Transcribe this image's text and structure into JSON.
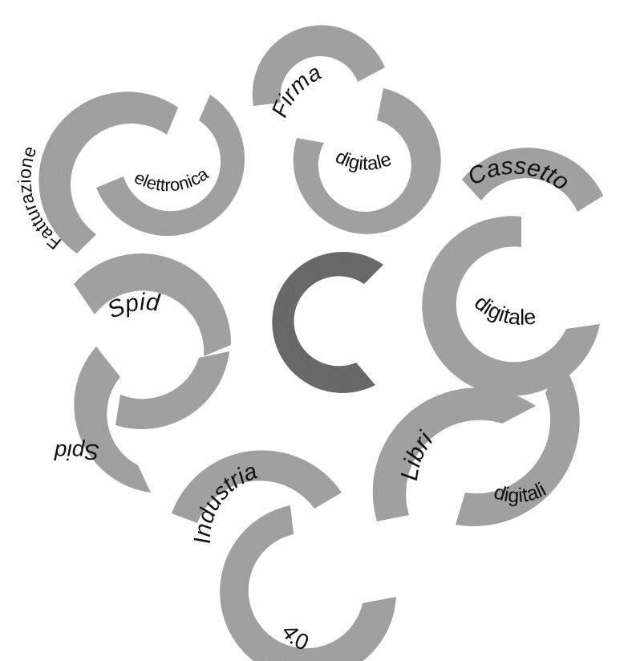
{
  "colors": {
    "ring": "#9a9a9a",
    "center": "#4a4a4a",
    "text": "#111111",
    "background": "#ffffff"
  },
  "center_mark": "C",
  "clusters": {
    "fatturazione": {
      "top": "Fatturazione",
      "bottom": "elettronica"
    },
    "firma": {
      "top": "Firma",
      "bottom": "digitale"
    },
    "cassetto": {
      "top": "Cassetto",
      "bottom": "digitale"
    },
    "spid": {
      "top": "Spid",
      "bottom": "Spid"
    },
    "libri": {
      "top": "Libri",
      "bottom": "digitali"
    },
    "industria": {
      "top": "Industria",
      "bottom": "4.0"
    }
  }
}
